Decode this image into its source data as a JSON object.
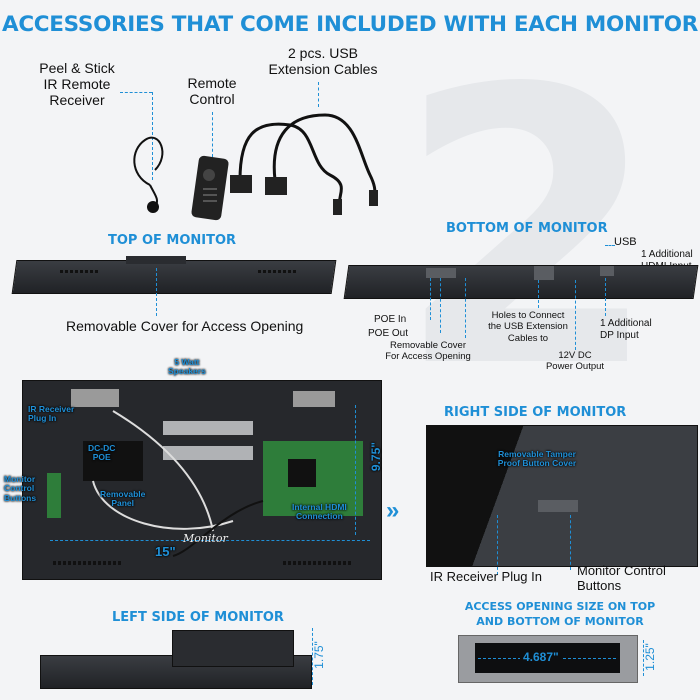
{
  "header": {
    "title": "ACCESSORIES THAT COME INCLUDED WITH EACH MONITOR"
  },
  "accessories": {
    "ir_receiver": "Peel & Stick\nIR Remote\nReceiver",
    "remote": "Remote\nControl",
    "usb_cables": "2 pcs. USB\nExtension Cables"
  },
  "top": {
    "title": "TOP OF MONITOR",
    "cover_label": "Removable Cover for Access Opening"
  },
  "bottom": {
    "title": "BOTTOM OF MONITOR",
    "usb": "USB",
    "hdmi": "1 Additional\nHDMI Input",
    "dp": "1 Additional\nDP Input",
    "poe_in": "POE In",
    "poe_out": "POE Out",
    "cover": "Removable Cover\nFor Access Opening",
    "holes": "Holes to Connect\nthe USB Extension\nCables to",
    "power": "12V DC\nPower Output"
  },
  "interior": {
    "speakers": "5 Watt\nSpeakers",
    "ir_plug": "IR Receiver\nPlug In",
    "dc_label": "DC-DC\nPOE",
    "monitor_control": "Monitor\nControl\nButtons",
    "removable": "Removable\nPanel",
    "hdmi_conn": "Internal HDMI\nConnection",
    "width": "15\"",
    "height": "9.75\"",
    "logo": "Monitor"
  },
  "right": {
    "title": "RIGHT SIDE OF MONITOR",
    "tamper": "Removable Tamper\nProof Button Cover",
    "ir_plug": "IR Receiver Plug In",
    "buttons": "Monitor Control\nButtons"
  },
  "left": {
    "title": "LEFT SIDE OF MONITOR",
    "depth": "1.75\""
  },
  "access": {
    "title": "ACCESS OPENING SIZE ON TOP\nAND BOTTOM OF MONITOR",
    "width": "4.687\"",
    "height": "1.25\""
  },
  "colors": {
    "accent": "#1f8fd6",
    "background": "#f3f4f6",
    "monitor": "#2a2c30"
  }
}
